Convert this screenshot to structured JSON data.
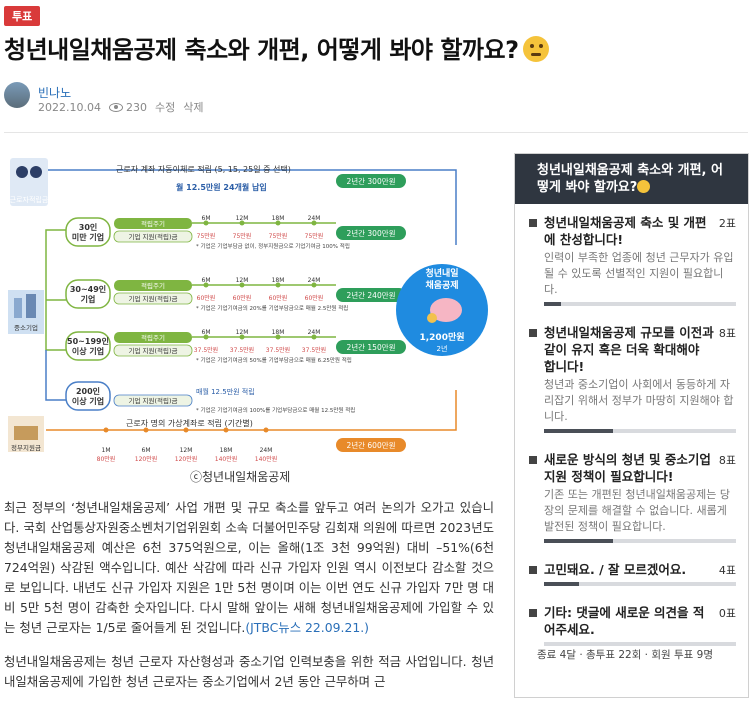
{
  "tag": "투표",
  "title": "청년내일채움공제 축소와 개편, 어떻게 봐야 할까요?",
  "author": "빈나노",
  "meta": {
    "date": "2022.10.04",
    "views": "230",
    "edit": "수정",
    "delete": "삭제"
  },
  "infographic": {
    "caption": "ⓒ청년내일채움공제",
    "top_note": "근로자 계좌 자동이체로 적립 (5, 15, 25일 중 선택)",
    "monthly": "월 12.5만원 24개월 납입",
    "result_top": "2년간 300만원",
    "worker_label": "근로자적립금",
    "company_label": "중소기업",
    "gov_label": "정부지원금",
    "tiers": [
      {
        "name1": "30인",
        "name2": "미만 기업",
        "row1": "적립주기",
        "row2": "기업 지원(적립)금",
        "months": [
          "6M",
          "12M",
          "18M",
          "24M"
        ],
        "amounts": [
          "75만원",
          "75만원",
          "75만원",
          "75만원"
        ],
        "note": "* 기업은 기업부담금 없이, 정부지원금으로 기업기여금 100% 적립",
        "result": "2년간 300만원"
      },
      {
        "name1": "30~49인",
        "name2": "기업",
        "row1": "적립주기",
        "row2": "기업 지원(적립)금",
        "months": [
          "6M",
          "12M",
          "18M",
          "24M"
        ],
        "amounts": [
          "60만원",
          "60만원",
          "60만원",
          "60만원"
        ],
        "note": "* 기업은 기업기여금의 20%를 기업부담금으로 매월 2.5만원 적립",
        "result": "2년간 240만원"
      },
      {
        "name1": "50~199인",
        "name2": "이상 기업",
        "row1": "적립주기",
        "row2": "기업 지원(적립)금",
        "months": [
          "6M",
          "12M",
          "18M",
          "24M"
        ],
        "amounts": [
          "37.5만원",
          "37.5만원",
          "37.5만원",
          "37.5만원"
        ],
        "note": "* 기업은 기업기여금의 50%를 기업부담금으로 매월 6.25만원 적립",
        "result": "2년간 150만원"
      },
      {
        "name1": "200인",
        "name2": "이상 기업",
        "row2": "기업 지원(적립)금",
        "monthly": "매월 12.5만원 적립",
        "note": "* 기업은 기업기여금의 100%를 기업부담금으로 매월 12.5만원 적립"
      }
    ],
    "gov_note": "근로자 명의 가상계좌로 적립 (기간별)",
    "gov_months": [
      "1M",
      "6M",
      "12M",
      "18M",
      "24M"
    ],
    "gov_amounts": [
      "80만원",
      "120만원",
      "120만원",
      "140만원",
      "140만원"
    ],
    "gov_result": "2년간 600만원",
    "piggy_title1": "청년내일",
    "piggy_title2": "채움공제",
    "piggy_amount": "1,200만원",
    "piggy_years": "2년"
  },
  "article": {
    "p1_text": "최근 정부의 ‘청년내일채움공제’ 사업 개편 및 규모 축소를 앞두고 여러 논의가 오가고 있습니다. 국회 산업통상자원중소벤처기업위원회 소속 더불어민주당 김회재 의원에 따르면 2023년도 청년내일채움공제 예산은 6천 375억원으로, 이는 올해(1조 3천 99억원) 대비 –51%(6천 724억원) 삭감된 액수입니다. 예산 삭감에 따라 신규 가입자 인원 역시 이전보다 감소할 것으로 보입니다. 내년도 신규 가입자 지원은 1만 5천 명이며 이는 이번 연도 신규 가입자 7만 명 대비 5만 5천 명이 감축한 숫자입니다. 다시 말해 앞이는 새해 청년내일채움공제에 가입할 수 있는 청년 근로자는 1/5로 줄어들게 된 것입니다.",
    "p1_link": "(JTBC뉴스 22.09.21.)",
    "p2_text": "청년내일채움공제는 청년 근로자 자산형성과 중소기업 인력보충을 위한 적금 사업입니다. 청년내일채움공제에 가입한 청년 근로자는 중소기업에서 2년 동안 근무하며 근"
  },
  "sidebar": {
    "title": "청년내일채움공제 축소와 개편, 어떻게 봐야 할까요?",
    "options": [
      {
        "title": "청년내일채움공제 축소 및 개편에 찬성합니다!",
        "count": "2표",
        "desc": "인력이 부족한 업종에 청년 근무자가 유입될 수 있도록 선별적인 지원이 필요합니다.",
        "ratio": 0.09
      },
      {
        "title": "청년내일채움공제 규모를 이전과 같이 유지 혹은 더욱 확대해야 합니다!",
        "count": "8표",
        "desc": "청년과 중소기업이 사회에서 동등하게 자리잡기 위해서 정부가 마땅히 지원해야 합니다.",
        "ratio": 0.36
      },
      {
        "title": "새로운 방식의 청년 및 중소기업 지원 정책이 필요합니다!",
        "count": "8표",
        "desc": "기존 또는 개편된 청년내일채움공제는 당장의 문제를 해결할 수 없습니다. 새롭게 발전된 정책이 필요합니다.",
        "ratio": 0.36
      },
      {
        "title": "고민돼요. / 잘 모르겠어요.",
        "count": "4표",
        "desc": "",
        "ratio": 0.18
      },
      {
        "title": "기타: 댓글에 새로운 의견을 적어주세요.",
        "count": "0표",
        "desc": "",
        "ratio": 0.0
      }
    ],
    "footer": "종료 4달 · 총투표 22회 · 회원 투표 9명"
  }
}
